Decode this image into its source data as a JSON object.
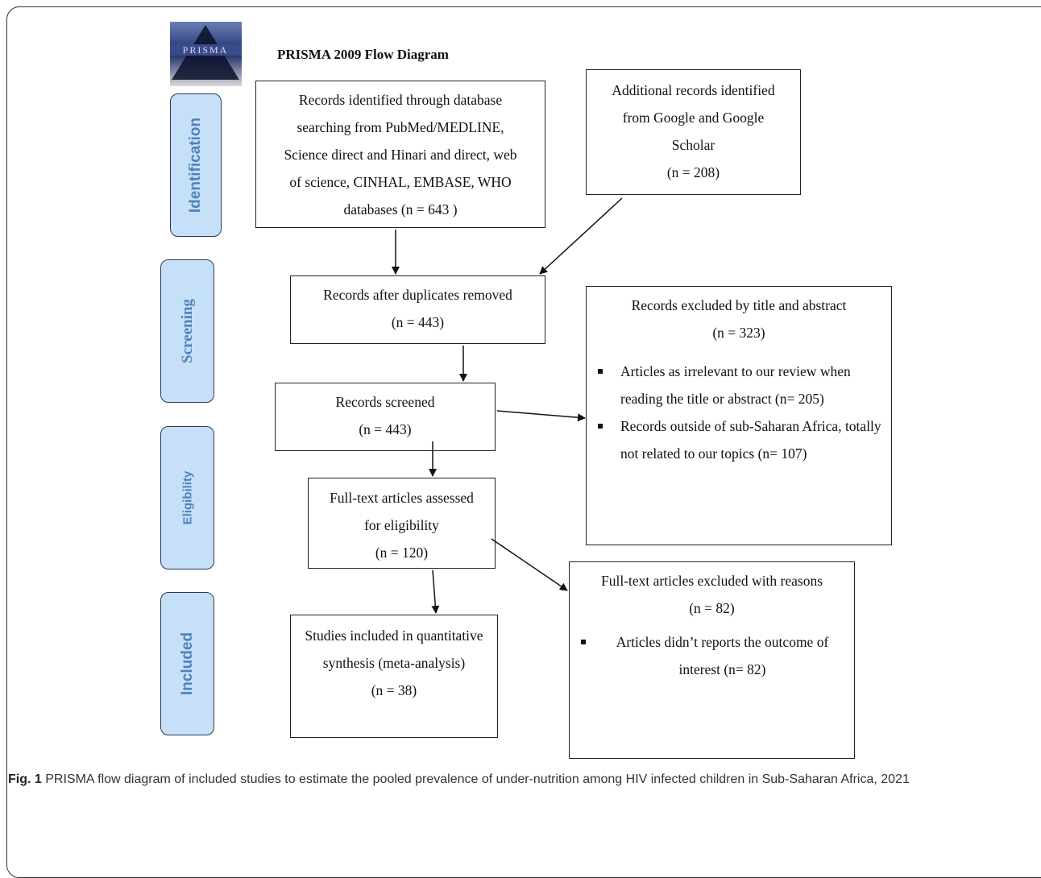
{
  "diagram": {
    "title": "PRISMA 2009 Flow Diagram",
    "logo_text": "PRISMA",
    "stages": [
      "Identification",
      "Screening",
      "Eligibility",
      "Included"
    ],
    "boxes": {
      "database": [
        "Records identified through database",
        "searching from PubMed/MEDLINE,",
        "Science direct and Hinari and direct, web",
        "of science, CINHAL, EMBASE, WHO",
        "databases (n =  643 )"
      ],
      "additional": [
        "Additional records identified",
        "from Google and Google",
        "Scholar",
        "(n = 208)"
      ],
      "duplicates": [
        "Records after duplicates removed",
        "(n = 443)"
      ],
      "screened": [
        "Records screened",
        "(n = 443)"
      ],
      "excluded_title": {
        "heading": [
          "Records excluded by title and abstract",
          "(n = 323)"
        ],
        "bullets": [
          "Articles as irrelevant to our review when reading the title or abstract (n= 205)",
          "Records outside of sub-Saharan Africa, totally not related to our topics (n= 107)"
        ]
      },
      "fulltext": [
        "Full-text articles assessed",
        "for eligibility",
        "(n =   120)"
      ],
      "excluded_fulltext": {
        "heading": [
          "Full-text articles excluded with reasons",
          "(n =   82)"
        ],
        "bullets": [
          "Articles didn’t reports the outcome of interest (n= 82)"
        ]
      },
      "included": [
        "Studies included in quantitative",
        "synthesis (meta-analysis)",
        "(n =  38)"
      ]
    }
  },
  "caption": {
    "label": "Fig. 1",
    "text": " PRISMA flow diagram of included studies to estimate the pooled prevalence of under-nutrition among HIV infected children in Sub-Saharan Africa, 2021"
  },
  "colors": {
    "stage_fill": "#c6e0f7",
    "stage_text": "#4f81bd",
    "border": "#222222"
  }
}
